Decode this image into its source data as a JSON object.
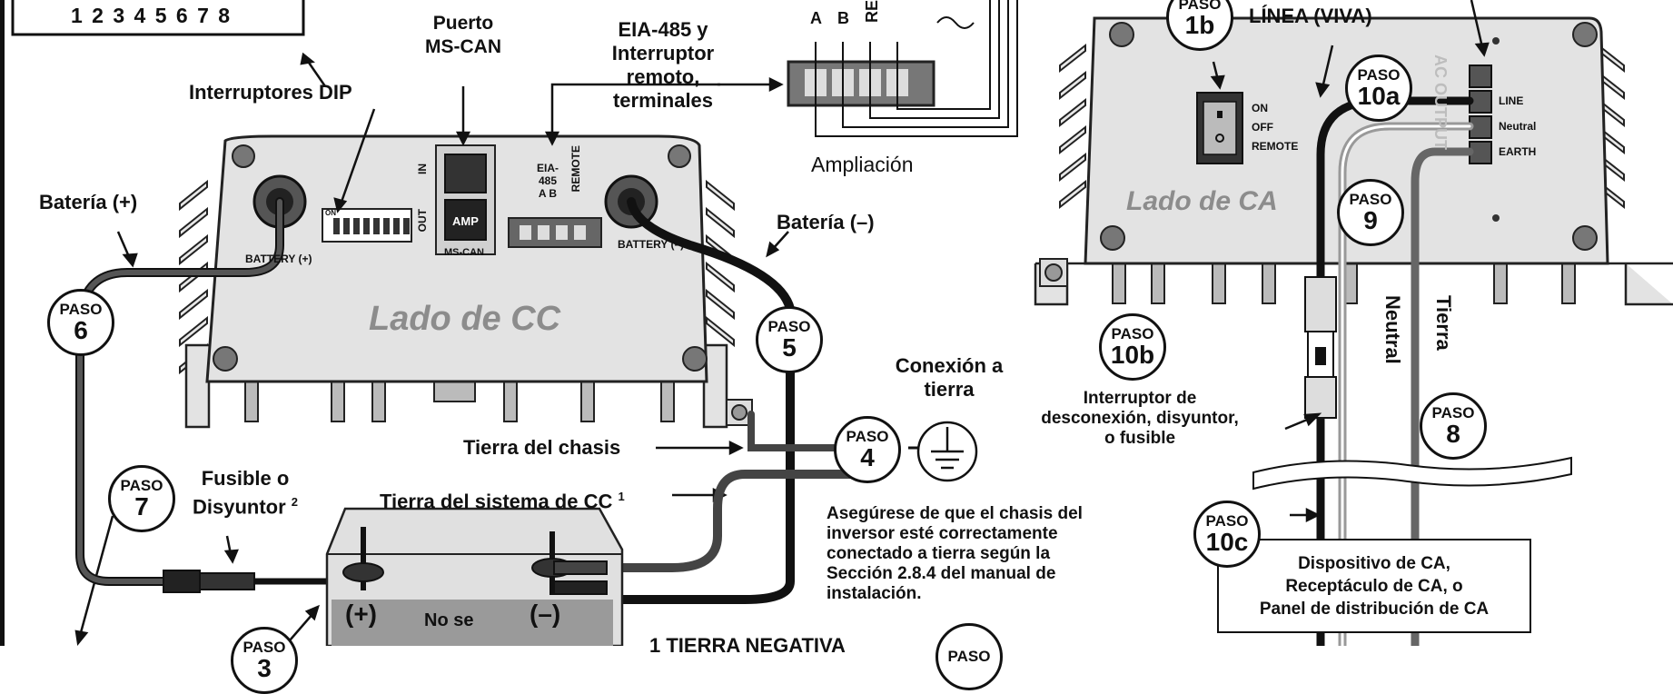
{
  "dip_numbers": "1 2 3 4 5 6 7 8",
  "dc_side": {
    "title": "Lado de CC",
    "labels": {
      "puerto_l1": "Puerto",
      "puerto_l2": "MS-CAN",
      "dip": "Interruptores DIP",
      "eia_l1": "EIA-485 y",
      "eia_l2": "Interruptor",
      "eia_l3": "remoto,",
      "eia_l4": "terminales",
      "ampliacion": "Ampliación",
      "bat_pos": "Batería (+)",
      "bat_neg": "Batería (–)",
      "conexion_l1": "Conexión a",
      "conexion_l2": "tierra",
      "chasis": "Tierra del chasis",
      "sistema": "Tierra del sistema de CC",
      "sistema_sup": "1",
      "fusible_l1": "Fusible o",
      "fusible_l2": "Disyuntor",
      "fusible_sup": "2",
      "note_l1": "Asegúrese de que el chasis del",
      "note_l2": "inversor esté correctamente",
      "note_l3": "conectado a tierra según la",
      "note_l4": "Sección 2.8.4 del manual de",
      "note_l5": "instalación.",
      "bat_plus": "(+)",
      "bat_minus": "(–)",
      "no_se_l1": "No se",
      "no_se_l2": "...",
      "tierra_neg": "1 TIERRA NEGATIVA"
    },
    "panel": {
      "in": "IN",
      "out": "OUT",
      "amp": "AMP",
      "mscan": "MS-CAN",
      "on": "ON",
      "battery_pos": "BATTERY (+)",
      "battery_neg": "BATTERY (–)",
      "eia1": "EIA-",
      "eia2": "485",
      "eia_ab": "A B",
      "remote": "REMOTE",
      "enl_a": "A",
      "enl_b": "B",
      "enl_re": "RE"
    }
  },
  "ac_side": {
    "title": "Lado de CA",
    "labels": {
      "linea": "LÍNEA (VIVA)",
      "neutral": "Neutral",
      "tierra": "Tierra",
      "interruptor_l1": "Interruptor de",
      "interruptor_l2": "desconexión, disyuntor,",
      "interruptor_l3": "o fusible",
      "device_l1": "Dispositivo de CA,",
      "device_l2": "Receptáculo de CA, o",
      "device_l3": "Panel de distribución de CA"
    },
    "panel": {
      "on": "ON",
      "off": "OFF",
      "remote": "REMOTE",
      "line": "LINE",
      "neutral": "Neutral",
      "earth": "EARTH",
      "ac_output": "AC OUTPUT"
    }
  },
  "steps": [
    {
      "word": "PASO",
      "num": "6"
    },
    {
      "word": "PASO",
      "num": "5"
    },
    {
      "word": "PASO",
      "num": "4"
    },
    {
      "word": "PASO",
      "num": "7"
    },
    {
      "word": "PASO",
      "num": "1b"
    },
    {
      "word": "PASO",
      "num": "10a"
    },
    {
      "word": "PASO",
      "num": "9"
    },
    {
      "word": "PASO",
      "num": "10b"
    },
    {
      "word": "PASO",
      "num": "8"
    },
    {
      "word": "PASO",
      "num": "10c"
    },
    {
      "word": "PASO",
      "num": "3"
    }
  ],
  "colors": {
    "panel": "#e3e3e3",
    "panel_stroke": "#222222",
    "side_text": "#8c8c8c",
    "cable_dark": "#1a1a1a",
    "cable_mid": "#555555"
  }
}
